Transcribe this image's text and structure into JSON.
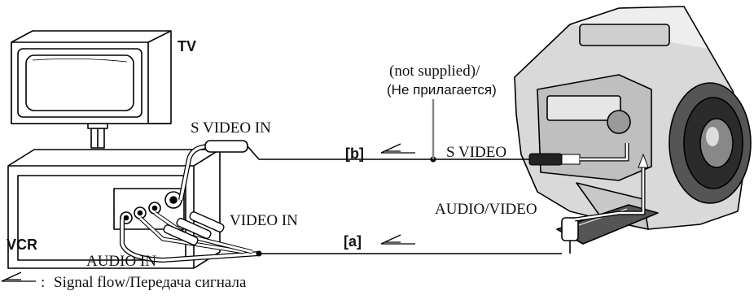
{
  "labels": {
    "tv": "TV",
    "vcr": "VCR",
    "s_video_in": "S VIDEO IN",
    "video_in": "VIDEO IN",
    "audio_in": "AUDIO IN",
    "b_marker": "[b]",
    "a_marker": "[a]",
    "s_video": "S VIDEO",
    "audio_video": "AUDIO/VIDEO",
    "not_supplied": "(not supplied)/",
    "not_supplied_ru": "(Не прилагается)"
  },
  "legend": {
    "colon": ":",
    "text": "Signal flow/Передача сигнала"
  },
  "icons": [
    "tv-icon",
    "vcr-icon",
    "camcorder-icon",
    "signal-flow-arrow-icon",
    "s-video-plug-icon",
    "av-plug-icon"
  ],
  "colors": {
    "line": "#000000",
    "cable": "#a0a0a0",
    "fill": "#ffffff"
  }
}
